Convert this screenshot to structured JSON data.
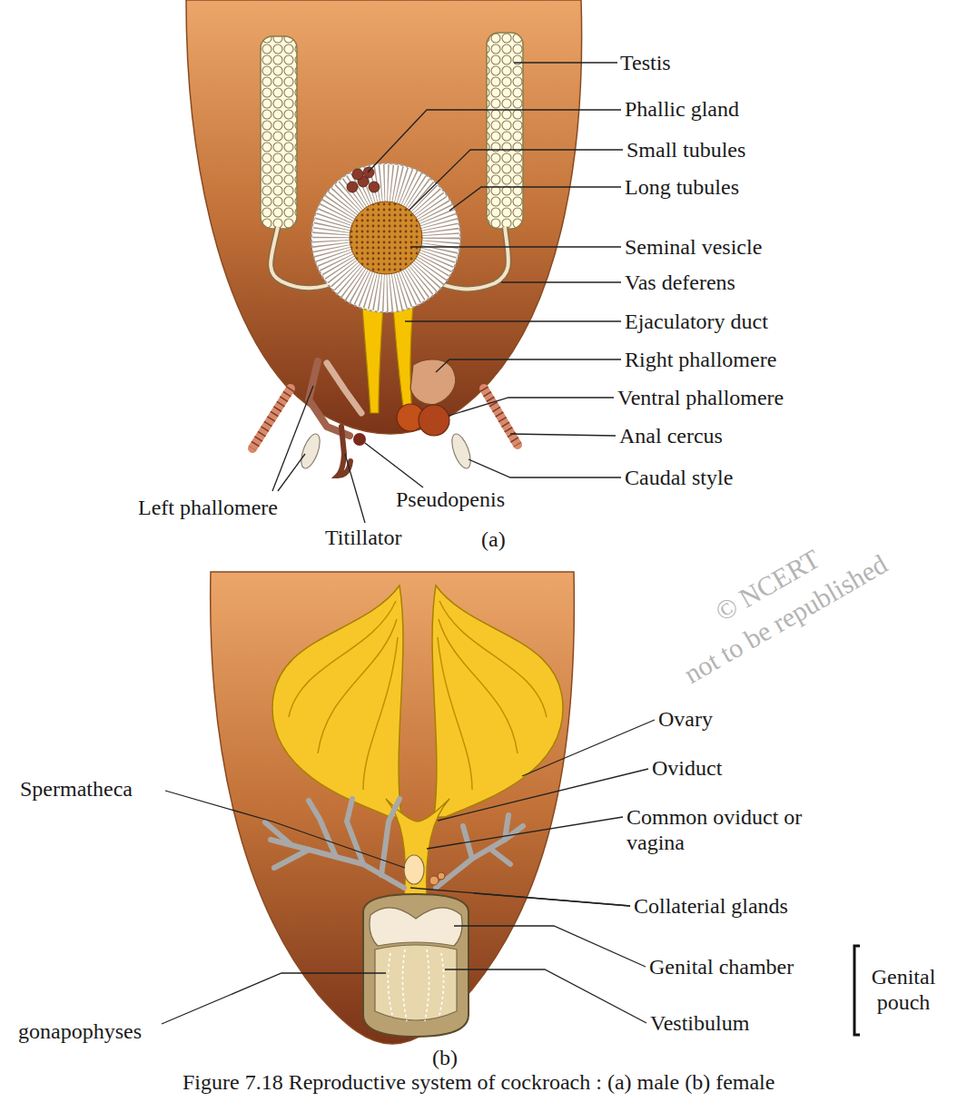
{
  "diagram": {
    "caption": "Figure 7.18 Reproductive system of cockroach : (a) male (b) female",
    "labels": [
      "Testis",
      "Phallic gland",
      "Small tubules",
      "Long tubules",
      "Seminal vesicle",
      "Vas deferens",
      "Ejaculatory duct",
      "Right phallomere",
      "Ventral phallomere",
      "Anal cercus",
      "Caudal style",
      "Left phallomere",
      "Pseudopenis",
      "Titillator",
      "(a)",
      "Ovary",
      "Oviduct",
      "Spermatheca",
      "Common oviduct or vagina",
      "Collaterial glands",
      "Genital chamber",
      "Vestibulum",
      "Genital pouch",
      "gonapophyses",
      "(b)",
      "© NCERT",
      "not to be republished"
    ]
  }
}
